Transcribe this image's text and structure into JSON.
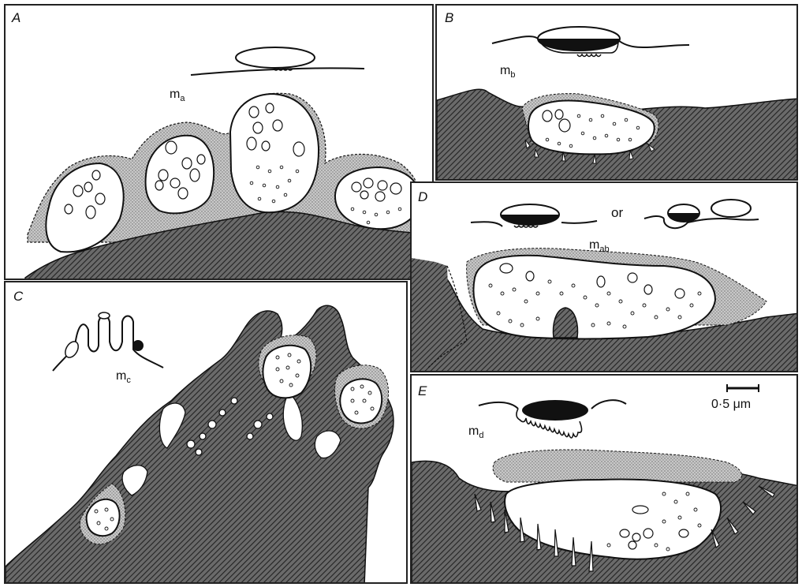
{
  "panels": {
    "A": {
      "label": "A",
      "membrane_main": "m",
      "membrane_sub": "a"
    },
    "B": {
      "label": "B",
      "membrane_main": "m",
      "membrane_sub": "b"
    },
    "C": {
      "label": "C",
      "membrane_main": "m",
      "membrane_sub": "c"
    },
    "D": {
      "label": "D",
      "membrane_main": "m",
      "membrane_sub": "ab",
      "or_text": "or"
    },
    "E": {
      "label": "E",
      "membrane_main": "m",
      "membrane_sub": "d",
      "scale_bar": "0·5 μm"
    }
  },
  "colors": {
    "ink": "#111111",
    "hatch": "#333333",
    "stipple": "#999999"
  }
}
